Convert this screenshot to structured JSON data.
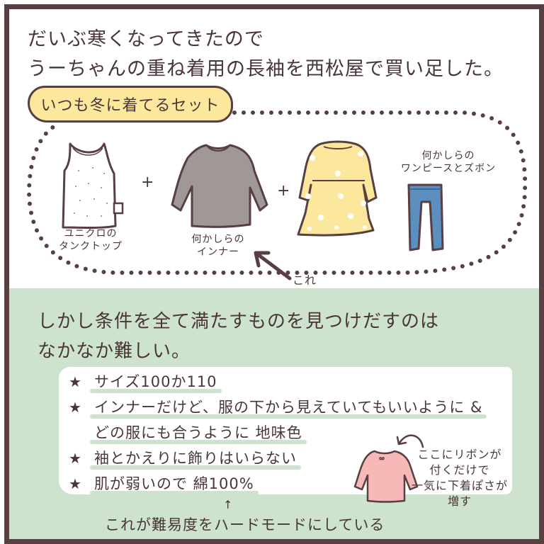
{
  "intro": {
    "line1": "だいぶ寒くなってきたので",
    "line2": "うーちゃんの重ね着用の長袖を西松屋で買い足した。"
  },
  "set_badge": "いつも冬に着てるセット",
  "items": [
    {
      "name": "tank-top",
      "label_line1": "ユニクロの",
      "label_line2": "タンクトップ",
      "color": "#ffffff"
    },
    {
      "name": "inner-shirt",
      "label_line1": "何かしらの",
      "label_line2": "インナー",
      "color": "#a09896"
    },
    {
      "name": "dress",
      "label_line1": "何かしらの",
      "label_line2": "ワンピースとズボン",
      "color": "#fce89c"
    },
    {
      "name": "pants",
      "color": "#5a8fc0"
    }
  ],
  "plus_sign": "+",
  "pointer_label": "これ",
  "conditions": {
    "line1": "しかし条件を全て満たすものを見つけだすのは",
    "line2": "なかなか難しい。",
    "bullet_icon": "★",
    "items": [
      {
        "text": "サイズ100か110"
      },
      {
        "text": "インナーだけど、服の下から見えていてもいいように &"
      },
      {
        "text": "どの服にも合うように 地味色"
      },
      {
        "text": "袖とかえりに飾りはいらない"
      },
      {
        "text": "肌が弱いので 綿100%"
      }
    ],
    "footnote_arrow": "↑",
    "footnote": "これが難易度をハードモードにしている"
  },
  "side_note": {
    "line1": "ここにリボンが",
    "line2": "付くだけで",
    "line3": "一気に下着ぽさが",
    "line4": "増す"
  },
  "colors": {
    "frame": "#573f42",
    "ink": "#4a3638",
    "badge_yellow": "#fce89c",
    "green_bg": "#cde3cd",
    "pink_shirt": "#f7b8b8",
    "gray_shirt": "#a09896",
    "jeans": "#5a8fc0"
  }
}
